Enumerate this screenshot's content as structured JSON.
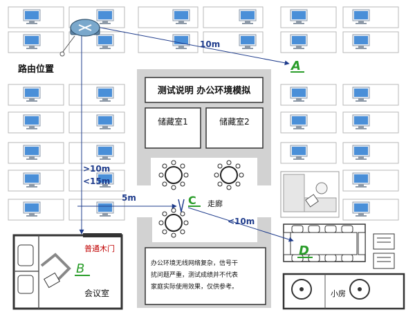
{
  "labels": {
    "router_location": "路由位置",
    "dist_10m": "10m",
    "dist_gt10m": ">10m",
    "dist_lt15m": "<15m",
    "dist_5m": "5m",
    "dist_lt10m": "<10m",
    "point_a": "A",
    "point_b": "B",
    "point_c": "C",
    "point_d": "D",
    "test_title": "测试说明 办公环境模拟",
    "storage_1": "储藏室1",
    "storage_2": "储藏室2",
    "corridor": "走廊",
    "wooden_door": "普通木门",
    "meeting_room": "会议室",
    "small_room": "小房",
    "note_line1": "办公环境无线网络复杂，信号干",
    "note_line2": "扰问题严重，测试成绩并不代表",
    "note_line3": "家庭实际使用效果，仅供参考。"
  },
  "colors": {
    "line": "#1f3c8c",
    "point_label": "#2a9d2a",
    "door_label": "#c00000",
    "wall": "#d2d2d2",
    "monitor_screen": "#4a8fd8"
  },
  "icons": [
    "router-icon",
    "computer-monitor-icon",
    "round-table-icon",
    "chair-icon",
    "door-icon"
  ]
}
